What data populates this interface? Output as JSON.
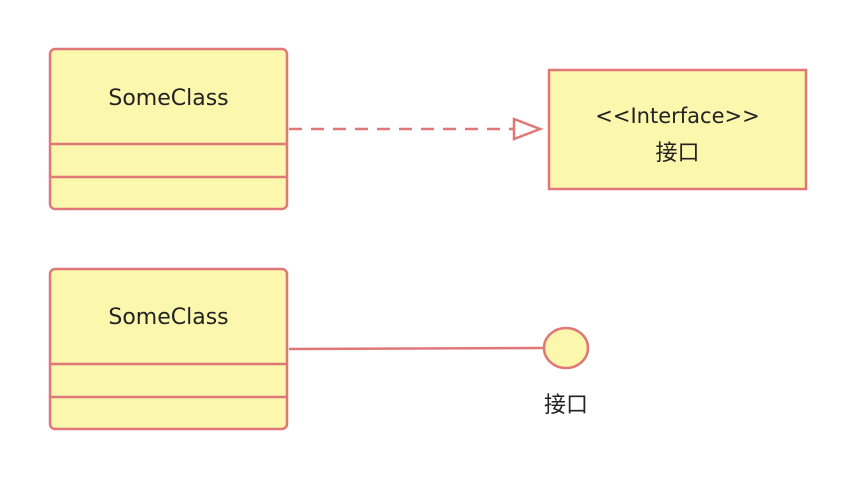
{
  "diagram": {
    "realization": {
      "class_name": "SomeClass",
      "interface_stereotype": "<<Interface>>",
      "interface_name": "接口"
    },
    "lollipop": {
      "class_name": "SomeClass",
      "interface_name": "接口"
    }
  },
  "colors": {
    "box_fill": "#fbf7ad",
    "stroke": "#e07878",
    "text": "#222222",
    "background": "#ffffff"
  }
}
